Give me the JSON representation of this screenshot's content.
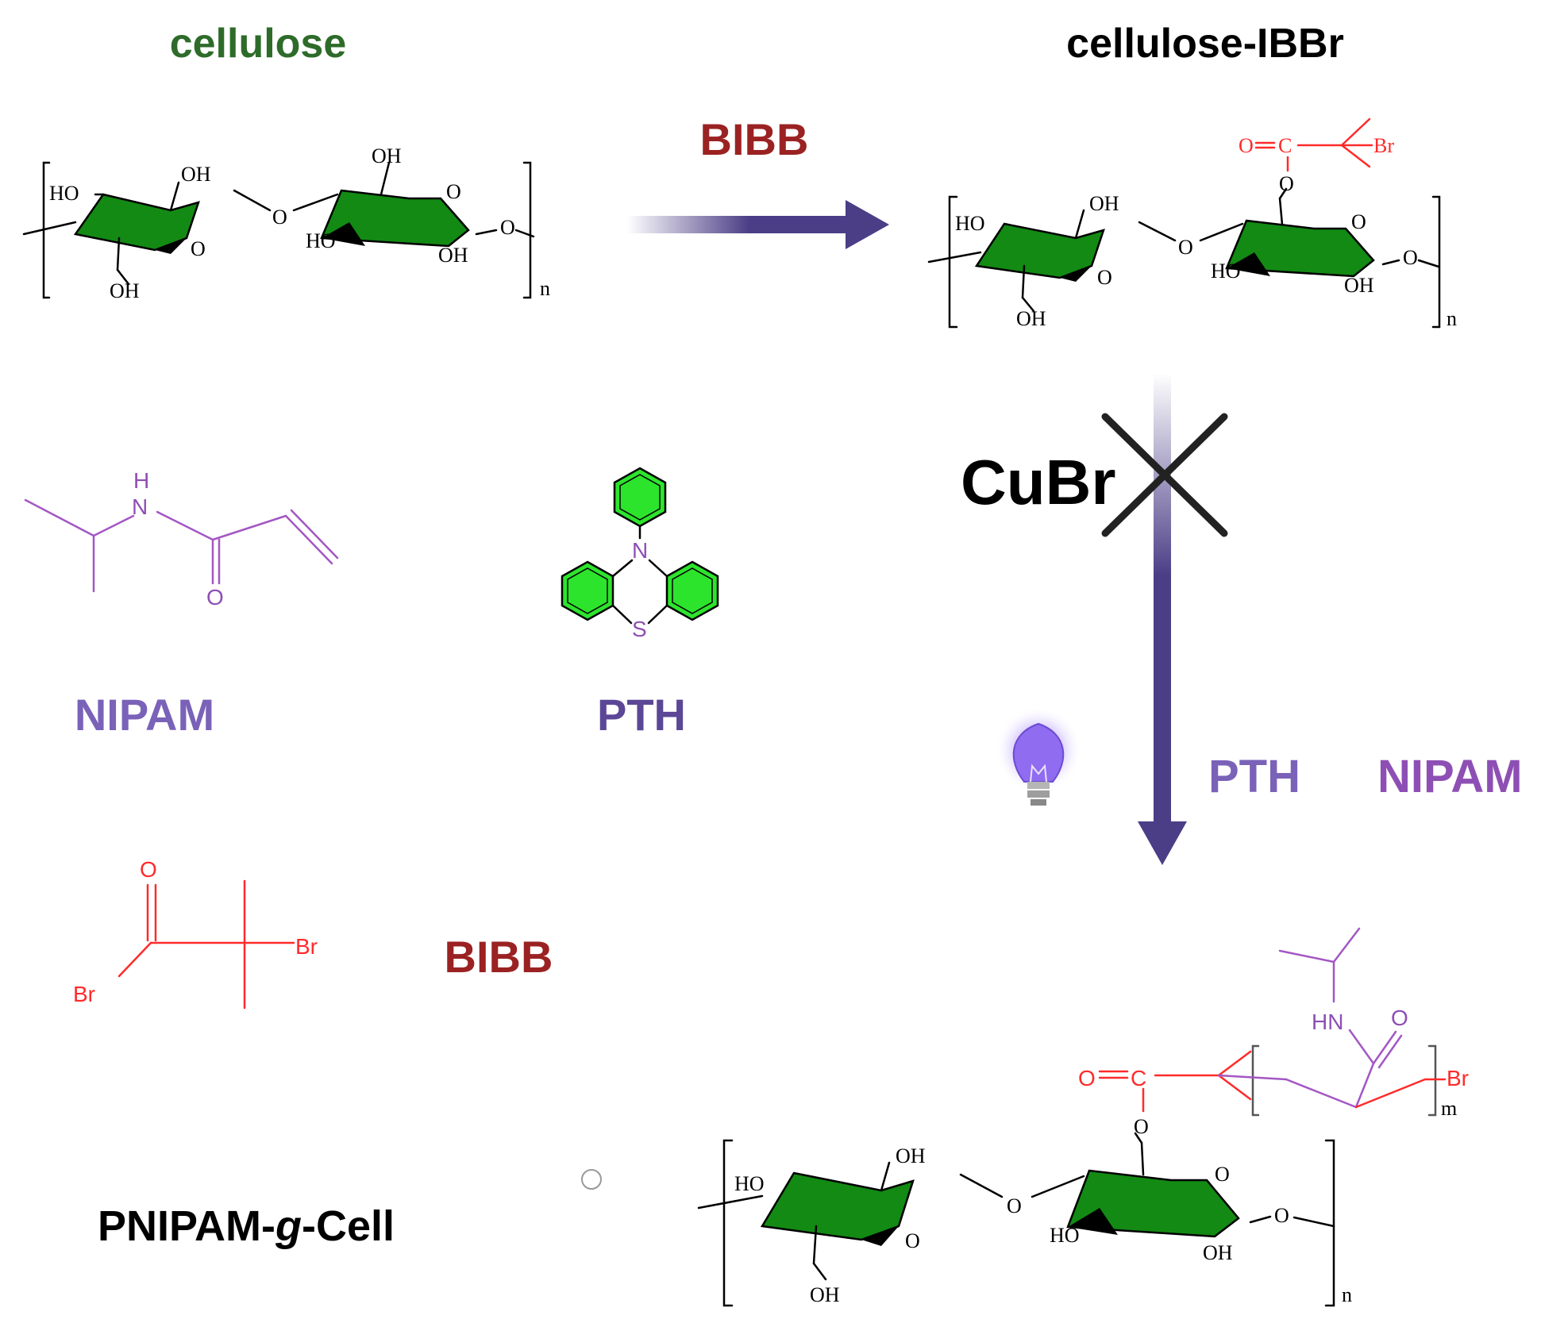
{
  "labels": {
    "cellulose": "cellulose",
    "cellulose_ibbr": "cellulose-IBBr",
    "bibb_arrow": "BIBB",
    "cubr": "CuBr",
    "pth_arrow": "PTH",
    "nipam_arrow": "NIPAM",
    "nipam_legend": "NIPAM",
    "pth_legend": "PTH",
    "bibb_legend": "BIBB",
    "product_prefix": "PNIPAM-",
    "product_italic": "g",
    "product_suffix": "-Cell"
  },
  "atoms": {
    "OH": "OH",
    "HO": "HO",
    "O": "O",
    "Br": "Br",
    "C": "C",
    "H": "H",
    "N": "N",
    "S": "S",
    "HN": "HN",
    "n": "n",
    "m": "m"
  },
  "colors": {
    "cellulose_green": "#2e6b2a",
    "ring_green": "#138a13",
    "bibb_red": "#9b2222",
    "atom_red": "#ff2b2b",
    "arrow_purple": "#4b3d86",
    "nipam_purple": "#8e4fb4",
    "pth_purple": "#5b4796",
    "black": "#000000"
  },
  "icons": [
    "uv-lamp-icon",
    "cross-mark-icon"
  ]
}
